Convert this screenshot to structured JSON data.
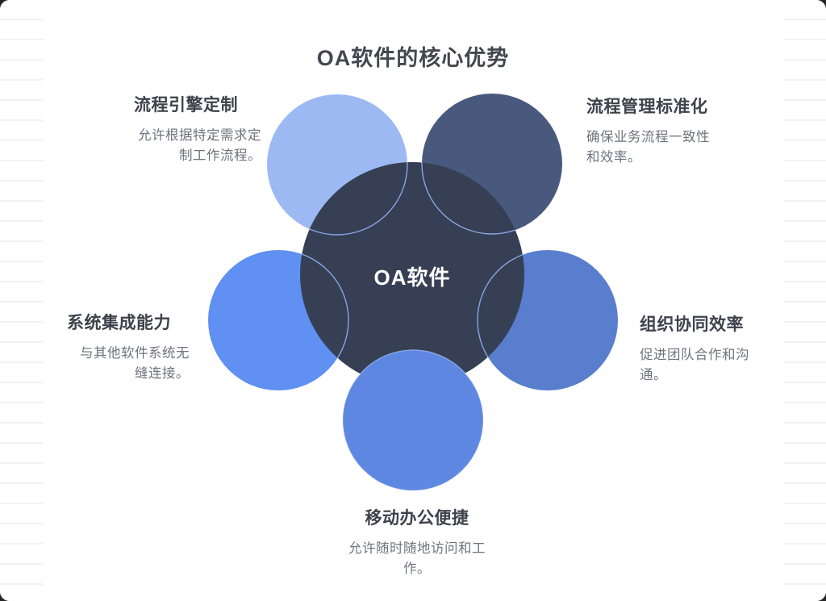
{
  "title": "OA软件的核心优势",
  "center": {
    "label": "OA软件",
    "color": "#363f54"
  },
  "stroke_color": "#87a5e3",
  "background": {
    "line_color": "#f2f2f5",
    "canvas_color": "#ffffff"
  },
  "petals": [
    {
      "id": "workflow-engine",
      "position": "top-left",
      "heading": "流程引擎定制",
      "body": "允许根据特定需求定制工作流程。",
      "color": "#9cb9f4"
    },
    {
      "id": "process-standardization",
      "position": "top-right",
      "heading": "流程管理标准化",
      "body": "确保业务流程一致性和效率。",
      "color": "#48597d"
    },
    {
      "id": "system-integration",
      "position": "left",
      "heading": "系统集成能力",
      "body": "与其他软件系统无缝连接。",
      "color": "#6090f2"
    },
    {
      "id": "org-collaboration",
      "position": "right",
      "heading": "组织协同效率",
      "body": "促进团队合作和沟通。",
      "color": "#597ecd"
    },
    {
      "id": "mobile-office",
      "position": "bottom",
      "heading": "移动办公便捷",
      "body": "允许随时随地访问和工作。",
      "color": "#5e87e2"
    }
  ]
}
